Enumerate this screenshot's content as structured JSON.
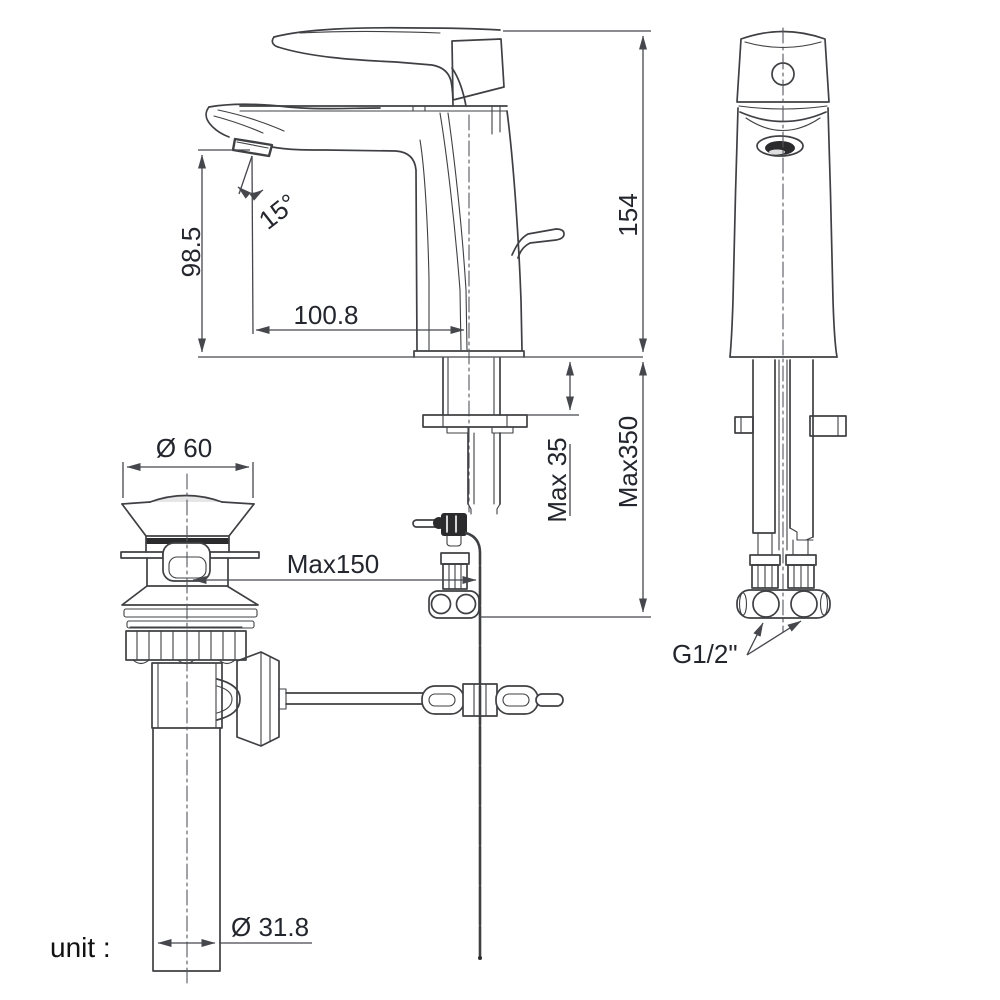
{
  "drawing": {
    "unit_label": "unit :",
    "dimensions": {
      "total_height": "154",
      "spout_height": "98.5",
      "spout_reach": "100.8",
      "spout_angle": "15°",
      "hose_length_max": "Max350",
      "deck_thickness_max": "Max 35",
      "drain_flange_diameter": "Ø 60",
      "rod_to_drain_max": "Max150",
      "tailpiece_diameter": "Ø 31.8",
      "supply_thread": "G1/2\""
    },
    "colors": {
      "background": "#ffffff",
      "line": "#3f4043",
      "dimension": "#46474d",
      "text": "#24262e"
    }
  }
}
